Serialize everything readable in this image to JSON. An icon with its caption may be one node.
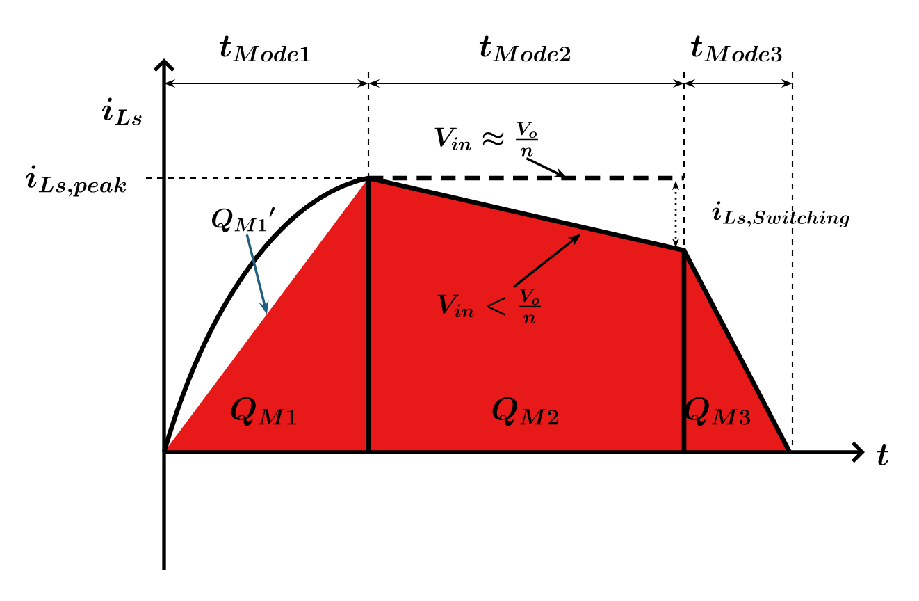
{
  "diagram": {
    "nodes": [
      {
        "text": [
          "V_{in} \\approx \\frac{V_o}{n}"
        ]
      },
      {
        "text": [
          "V_{in} < \\frac{V_o}{n}"
        ]
      },
      {
        "text": [
          "Q_{M1}{}'"
        ]
      }
    ],
    "edges": [
      {
        "from": 0,
        "to": null,
        "arrow": "to"
      },
      {
        "from": 1,
        "to": null,
        "arrow": "to"
      },
      {
        "from": 2,
        "to": null,
        "arrow": "to",
        "color": "#1f6080"
      }
    ],
    "labels": [
      "t_{Mode1}",
      "t_{Mode2}",
      "t_{Mode3}",
      "i_{Ls}",
      "i_{Ls,peak}",
      "i_{Ls,Switching}",
      "Q_{M1}",
      "Q_{M2}",
      "Q_{M3}",
      "t"
    ]
  }
}
